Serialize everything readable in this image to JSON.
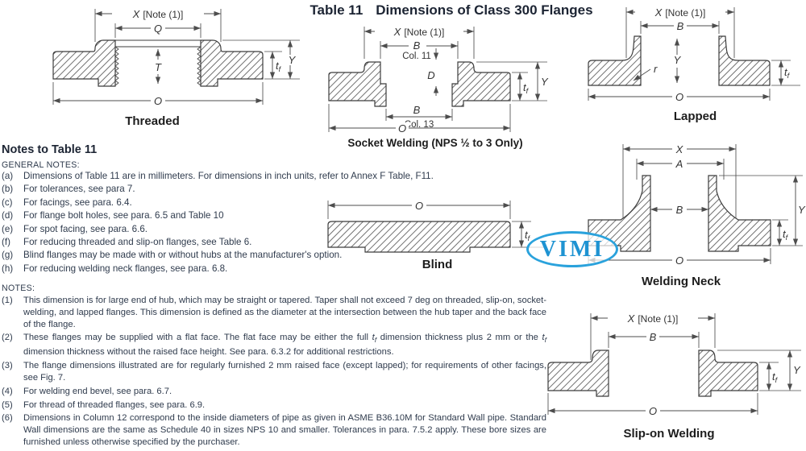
{
  "header": {
    "table_label": "Table 11",
    "title": "Dimensions of Class 300 Flanges"
  },
  "watermark": "VIMI",
  "colors": {
    "heading": "#1c2433",
    "body": "#2f3b4d",
    "watermark_blue": "#2aa2dc"
  },
  "dims": {
    "X": "X",
    "Q": "Q",
    "T": "T",
    "O": "O",
    "Y": "Y",
    "B": "B",
    "D": "D",
    "A": "A",
    "r": "r",
    "t": "t",
    "f": "f",
    "note1": "[Note (1)]",
    "col11": "Col. 11",
    "col13": "Col. 13"
  },
  "diagrams": {
    "threaded": {
      "caption": "Threaded"
    },
    "socket": {
      "caption": "Socket Welding (NPS ½ to 3 Only)"
    },
    "lapped": {
      "caption": "Lapped"
    },
    "blind": {
      "caption": "Blind"
    },
    "welding_neck": {
      "caption": "Welding Neck"
    },
    "slip_on": {
      "caption": "Slip-on Welding"
    }
  },
  "general_notes": {
    "heading": "Notes to Table 11",
    "subheading": "GENERAL NOTES:",
    "items": [
      {
        "marker": "(a)",
        "text": "Dimensions of Table 11 are in millimeters. For dimensions in inch units, refer to Annex F Table, F11."
      },
      {
        "marker": "(b)",
        "text": "For tolerances, see para 7."
      },
      {
        "marker": "(c)",
        "text": "For facings, see para. 6.4."
      },
      {
        "marker": "(d)",
        "text": "For flange bolt holes, see para. 6.5 and Table 10"
      },
      {
        "marker": "(e)",
        "text": "For spot facing, see para. 6.6."
      },
      {
        "marker": "(f)",
        "text": "For reducing threaded and slip-on flanges, see Table 6."
      },
      {
        "marker": "(g)",
        "text": "Blind flanges may be made with or without hubs at the manufacturer's option."
      },
      {
        "marker": "(h)",
        "text": "For reducing welding neck flanges, see para. 6.8."
      }
    ]
  },
  "notes": {
    "heading": "NOTES:",
    "items": [
      {
        "marker": "(1)",
        "text": "This dimension is for large end of hub, which may be straight or tapered. Taper shall not exceed 7 deg on threaded, slip-on, socket-welding, and lapped flanges. This dimension is defined as the diameter at the intersection between the hub taper and the back face of the flange."
      },
      {
        "marker": "(2)",
        "t1": "These flanges may be supplied with a flat face. The flat face may be either the full ",
        "t2": " dimension thickness plus 2 mm or the ",
        "t3": " dimension thickness without the raised face height. See para. 6.3.2 for additional restrictions."
      },
      {
        "marker": "(3)",
        "text": "The flange dimensions illustrated are for regularly furnished 2 mm raised face (except lapped); for requirements of other facings, see Fig. 7."
      },
      {
        "marker": "(4)",
        "text": "For welding end bevel, see para. 6.7."
      },
      {
        "marker": "(5)",
        "text": "For thread of threaded flanges, see para. 6.9."
      },
      {
        "marker": "(6)",
        "text": "Dimensions in Column 12 correspond to the inside diameters of pipe as given in ASME B36.10M for Standard Wall pipe. Standard Wall dimensions are the same as Schedule 40 in sizes NPS 10 and smaller. Tolerances in para. 7.5.2 apply. These bore sizes are furnished unless otherwise specified by the purchaser."
      }
    ]
  }
}
